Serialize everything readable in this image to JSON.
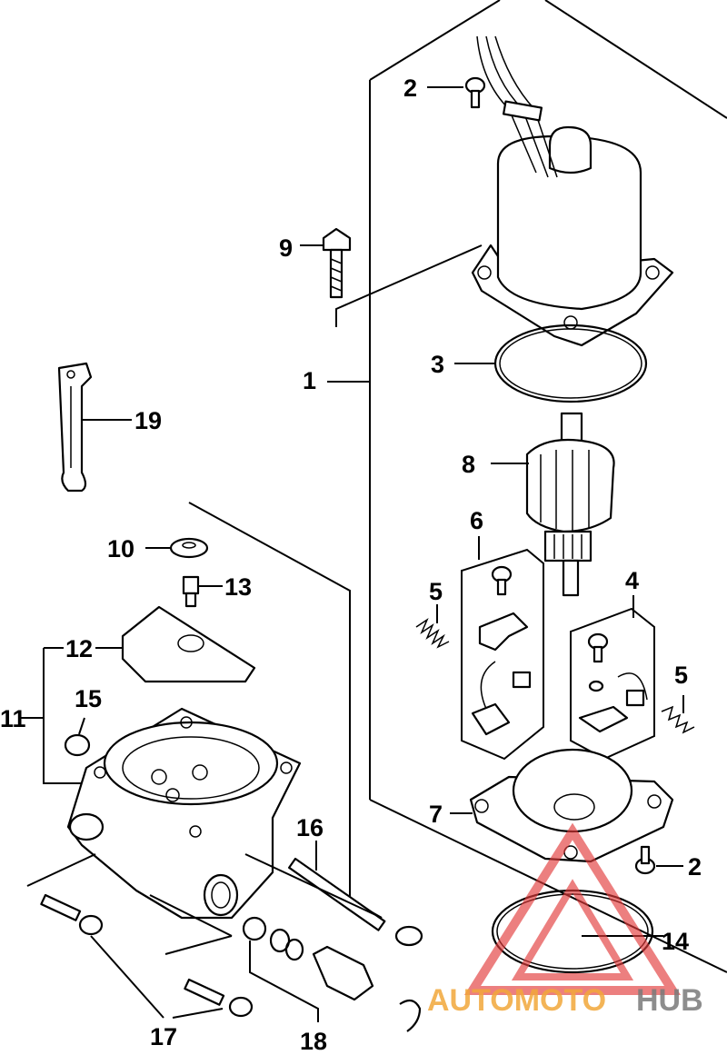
{
  "callouts": {
    "c1": "1",
    "c2a": "2",
    "c2b": "2",
    "c3": "3",
    "c4": "4",
    "c5a": "5",
    "c5b": "5",
    "c6": "6",
    "c7": "7",
    "c8": "8",
    "c9": "9",
    "c10": "10",
    "c11": "11",
    "c12": "12",
    "c13": "13",
    "c14": "14",
    "c15": "15",
    "c16": "16",
    "c17": "17",
    "c18": "18",
    "c19": "19"
  },
  "watermark": {
    "text_a": "AUTOMOTO",
    "text_b": "HUB",
    "color_mark": "#e23b3b",
    "color_a": "#f2a83a",
    "color_b": "#7a7a7a"
  }
}
